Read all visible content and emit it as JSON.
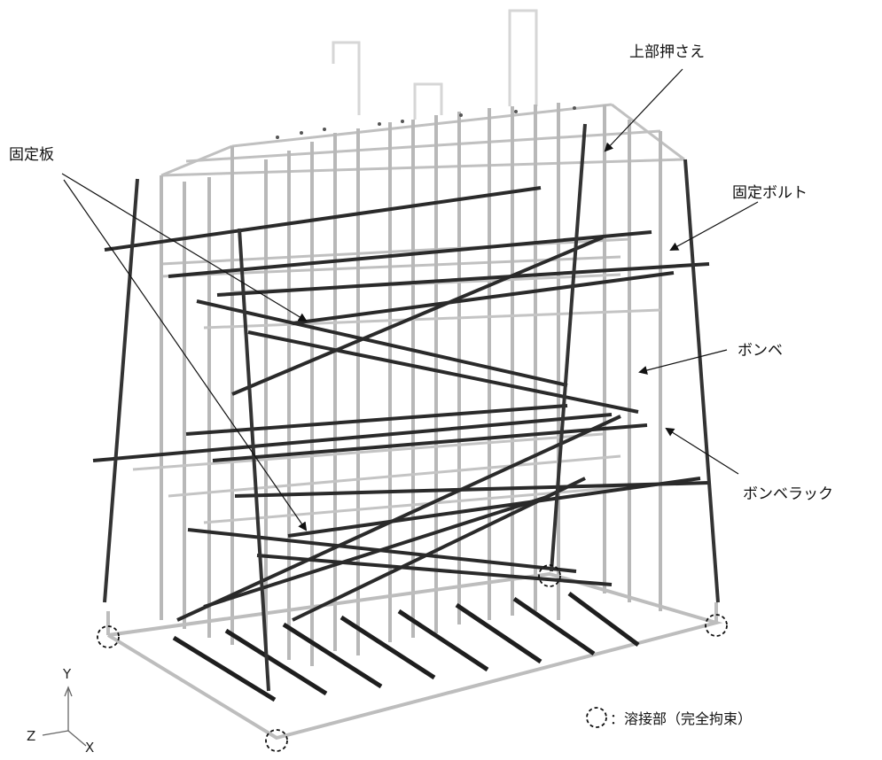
{
  "labels": {
    "top_holder": "上部押さえ",
    "fixing_plate": "固定板",
    "fixing_bolt": "固定ボルト",
    "cylinder": "ボンベ",
    "cylinder_rack": "ボンベラック"
  },
  "legend": {
    "weld_text": "：溶接部（完全拘束）"
  },
  "axes": {
    "y": "Y",
    "z": "Z",
    "x": "X"
  }
}
